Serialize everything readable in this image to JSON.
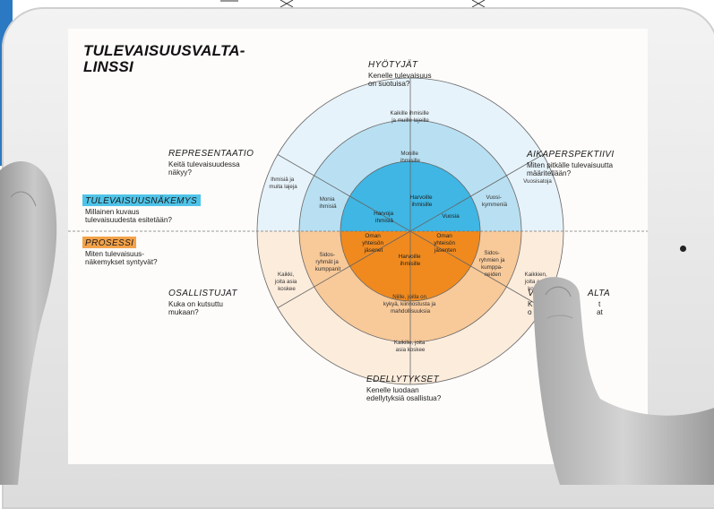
{
  "title": [
    "TULEVAISUUSVALTA-",
    "LINSSI"
  ],
  "dimensions": {
    "hyotyjat": {
      "heading": "HYÖTYJÄT",
      "question": [
        "Kenelle tulevaisuus",
        "on suotuisa?"
      ]
    },
    "representaatio": {
      "heading": "REPRESENTAATIO",
      "question": [
        "Keitä tulevaisuudessa",
        "näkyy?"
      ]
    },
    "aikaperspektiivi": {
      "heading": "AIKAPERSPEKTIIVI",
      "question": [
        "Miten pitkälle tulevaisuutta",
        "määritellään?"
      ]
    },
    "osallistujat": {
      "heading": "OSALLISTUJAT",
      "question": [
        "Kuka on kutsuttu",
        "mukaan?"
      ]
    },
    "edellytykset": {
      "heading": "EDELLYTYKSET",
      "question": [
        "Kenelle luodaan",
        "edellytyksiä osallistua?"
      ]
    },
    "vaikutusvalta_partial": {
      "heading_left": "V",
      "heading_right": "ALTA",
      "question_fragments": [
        [
          "K",
          "t"
        ],
        [
          "o",
          "at"
        ]
      ]
    }
  },
  "halves": {
    "tulevaisuusnakemys": {
      "label": "TULEVAISUUSNÄKEMYS",
      "question": [
        "Millainen kuvaus",
        "tulevaisuudesta esitetään?"
      ],
      "color": "#4fc3e8"
    },
    "prosessi": {
      "label": "PROSESSI",
      "question": [
        "Miten tulevaisuus-",
        "näkemykset syntyvät?"
      ],
      "color": "#f4a24a"
    }
  },
  "outer_ring": {
    "top": [
      "Kaikille ihmisille",
      "ja muille lajeille"
    ],
    "upper_left": [
      "Ihmisiä ja",
      "muita lajeja"
    ],
    "upper_right": [
      "Vuosisatoja"
    ],
    "lower_left": [
      "Kaikki,",
      "joita asia",
      "koskee"
    ],
    "lower_right": [
      "Kaikkien,",
      "joita asia",
      "koskee"
    ],
    "bottom": [
      "Kaikille, joita",
      "asia koskee"
    ]
  },
  "middle_ring": {
    "top": [
      "Monille",
      "ihmisille"
    ],
    "upper_left": [
      "Monia",
      "ihmisiä"
    ],
    "upper_right": [
      "Vuosi-",
      "kymmeniä"
    ],
    "lower_left": [
      "Sidos-",
      "ryhmät ja",
      "kumppanit"
    ],
    "lower_right": [
      "Sidos-",
      "ryhmien ja",
      "kumppa-",
      "neiden"
    ],
    "bottom": [
      "Niille, joilla on",
      "kykyä, kiinnostusta ja",
      "mahdollisuuksia"
    ]
  },
  "inner_ring": {
    "top": [
      "Harvoille",
      "ihmisille"
    ],
    "upper_left": [
      "Harvoja",
      "ihmisiä"
    ],
    "upper_right": [
      "Vuosia"
    ],
    "lower_left": [
      "Oman",
      "yhteisön",
      "jäsenet"
    ],
    "lower_right": [
      "Oman",
      "yhteisön",
      "jäsenten"
    ],
    "bottom": [
      "Harvoille",
      "ihmisille"
    ]
  },
  "colors": {
    "upper_outer": "#e7f3fa",
    "upper_middle": "#b9e0f2",
    "upper_inner": "#3fb6e3",
    "lower_outer": "#fcecdc",
    "lower_middle": "#f8c999",
    "lower_inner": "#f08a1e",
    "tag_blue": "#4fc3e8",
    "tag_orange": "#f4a24a"
  }
}
